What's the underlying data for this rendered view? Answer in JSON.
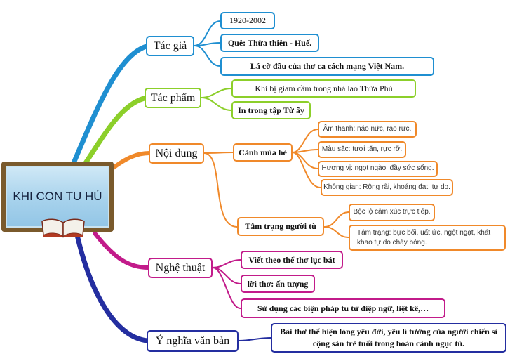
{
  "center": {
    "title": "KHI CON TU HÚ"
  },
  "colors": {
    "blue": "#1f8fd1",
    "green": "#8ccf2a",
    "orange": "#f0892a",
    "purple": "#c21b8a",
    "navy": "#242ea0"
  },
  "tac_gia": {
    "label": "Tác giả",
    "items": [
      "1920-2002",
      "Quê: Thừa thiên - Huế.",
      "Lá cờ đầu của thơ ca cách mạng Việt Nam."
    ]
  },
  "tac_pham": {
    "label": "Tác phẩm",
    "items": [
      "Khi bị giam cầm trong nhà lao Thừa Phủ",
      "In trong tập Từ ấy"
    ]
  },
  "noi_dung": {
    "label": "Nội dung",
    "canh_mua_he": {
      "label": "Cảnh mùa hè",
      "items": [
        "Âm thanh: náo nức, rạo rực.",
        "Màu sắc: tươi tắn, rực rỡ.",
        "Hương vị: ngọt ngào, đầy sức sống.",
        "Không gian: Rộng rãi, khoáng đạt, tự do."
      ]
    },
    "tam_trang": {
      "label": "Tâm trạng người tù",
      "items": [
        "Bộc lộ cảm xúc trực tiếp.",
        "Tâm trạng: bực bối, uất ức, ngột ngạt, khát khao tự do cháy bỏng."
      ]
    }
  },
  "nghe_thuat": {
    "label": "Nghệ thuật",
    "items": [
      "Viết theo thể thơ lục bát",
      "lời thơ: ấn tượng",
      "Sử dụng các biện pháp tu từ điệp ngữ, liệt kê,…"
    ]
  },
  "y_nghia": {
    "label": "Ý nghĩa văn bản",
    "text": "Bài thơ thể hiện lòng yêu đời, yêu lí tưởng của người chiến sĩ cộng sản trẻ tuổi trong hoàn cảnh ngục tù."
  }
}
